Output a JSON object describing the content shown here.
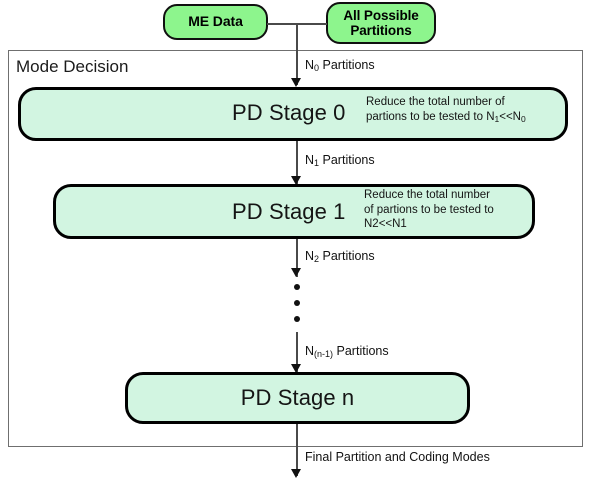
{
  "diagram": {
    "title": "Mode Decision",
    "type": "flowchart",
    "inputs": [
      {
        "label": "ME Data",
        "color": "#8df58d"
      },
      {
        "label": "All Possible Partitions",
        "line1": "All Possible",
        "line2": "Partitions",
        "color": "#8df58d"
      }
    ],
    "stages": [
      {
        "title": "PD Stage 0",
        "note_line1": "Reduce the total number of",
        "note_line2_a": "partions to be tested to N",
        "note_sub_a": "1",
        "note_line2_b": "<<N",
        "note_sub_b": "0",
        "color": "#d2f5e1"
      },
      {
        "title": "PD Stage 1",
        "note_line1": "Reduce the total number",
        "note_line2": "of partions to be tested to",
        "note_line3": "N2<<N1",
        "color": "#d2f5e1"
      },
      {
        "title": "PD Stage n",
        "color": "#d2f5e1"
      }
    ],
    "edges": [
      {
        "label_pre": "N",
        "label_sub": "0",
        "label_post": " Partitions"
      },
      {
        "label_pre": "N",
        "label_sub": "1",
        "label_post": " Partitions"
      },
      {
        "label_pre": "N",
        "label_sub": "2",
        "label_post": " Partitions"
      },
      {
        "label_pre": "N",
        "label_sub": "(n-1)",
        "label_post": " Partitions"
      },
      {
        "label_final": "Final Partition and Coding Modes"
      }
    ],
    "ellipsis": "•••"
  }
}
